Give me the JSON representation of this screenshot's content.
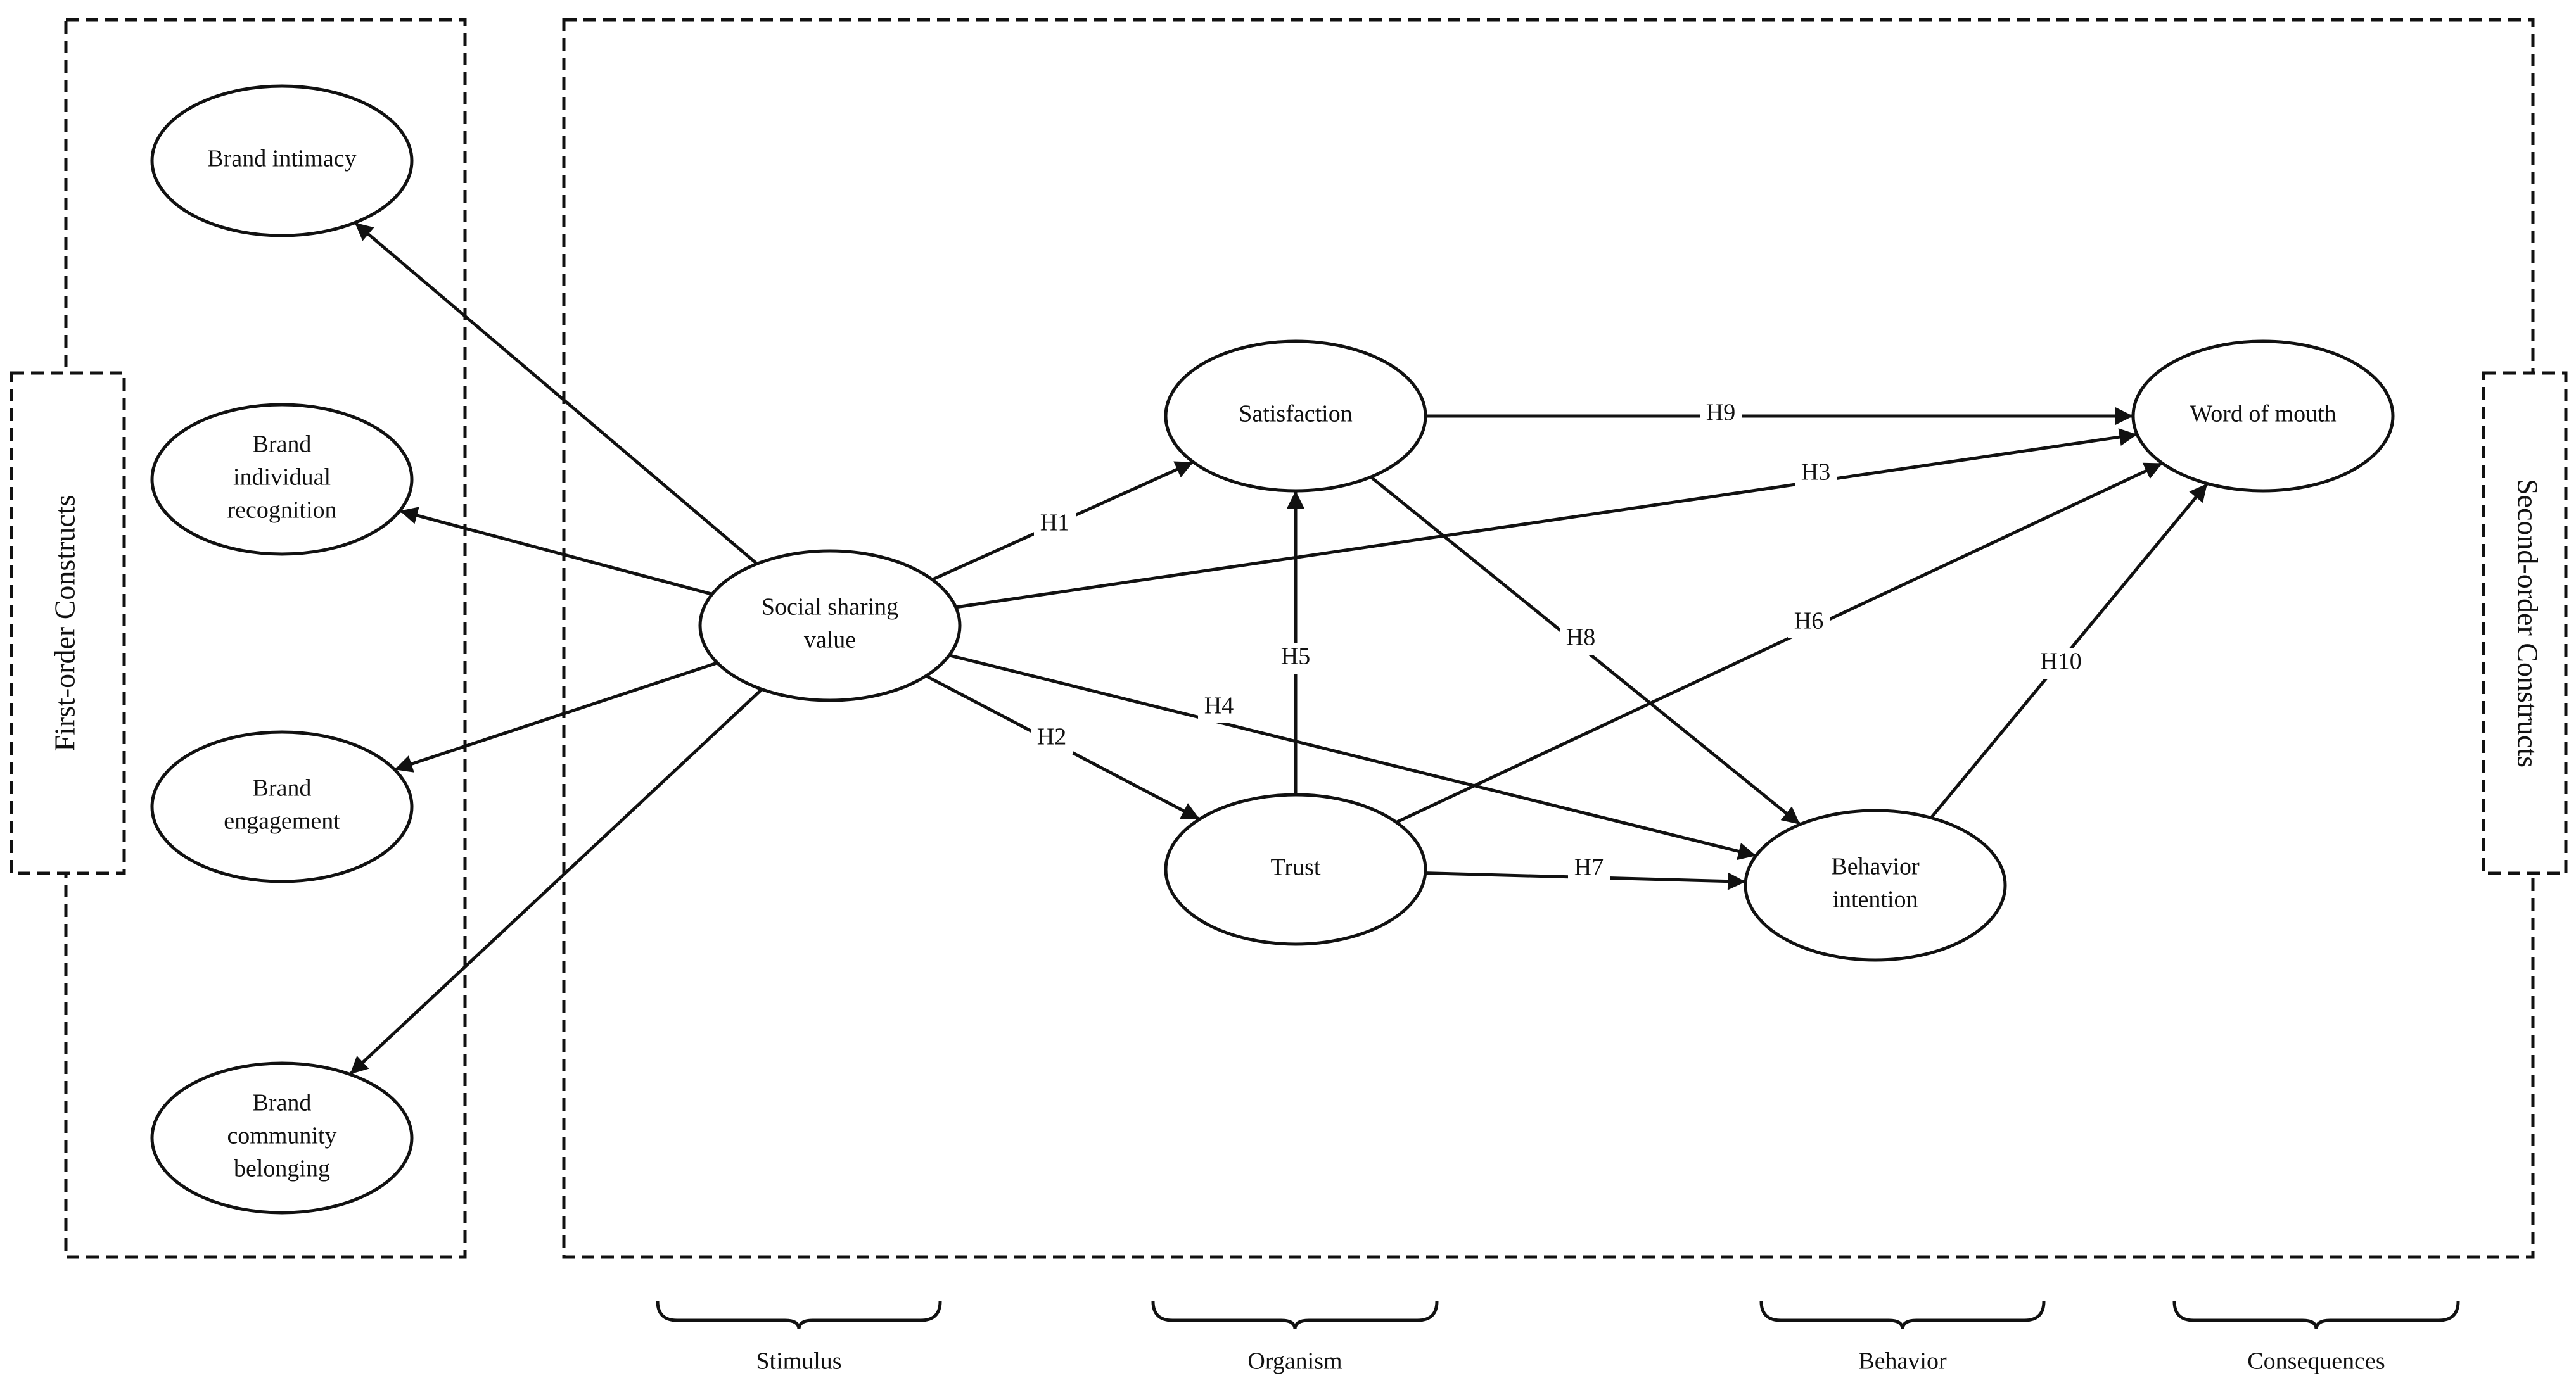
{
  "diagram": {
    "side_labels": {
      "left": "First-order Constructs",
      "right": "Second-order Constructs"
    },
    "nodes": {
      "brand_intimacy": [
        "Brand intimacy"
      ],
      "brand_recognition": [
        "Brand",
        "individual",
        "recognition"
      ],
      "brand_engagement": [
        "Brand",
        "engagement"
      ],
      "brand_community": [
        "Brand",
        "community",
        "belonging"
      ],
      "social_sharing": [
        "Social sharing",
        "value"
      ],
      "satisfaction": [
        "Satisfaction"
      ],
      "trust": [
        "Trust"
      ],
      "behavior_intention": [
        "Behavior",
        "intention"
      ],
      "word_of_mouth": [
        "Word of mouth"
      ]
    },
    "hypotheses": {
      "H1": "H1",
      "H2": "H2",
      "H3": "H3",
      "H4": "H4",
      "H5": "H5",
      "H6": "H6",
      "H7": "H7",
      "H8": "H8",
      "H9": "H9",
      "H10": "H10"
    },
    "stages": [
      "Stimulus",
      "Organism",
      "Behavior",
      "Consequences"
    ],
    "colors": {
      "stroke": "#111111",
      "background": "#ffffff"
    }
  }
}
